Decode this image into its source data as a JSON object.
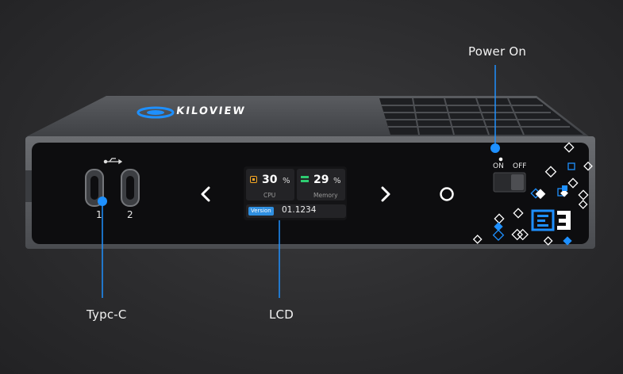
{
  "labels": {
    "power": "Power On",
    "usb": "Typc-C",
    "lcd": "LCD"
  },
  "brand": "KILOVIEW",
  "model_badge": "E3",
  "ports": {
    "port1": "1",
    "port2": "2"
  },
  "switch": {
    "on": "ON",
    "off": "OFF"
  },
  "lcd": {
    "cpu_value": "30",
    "cpu_unit": "%",
    "cpu_label": "CPU",
    "mem_value": "29",
    "mem_unit": "%",
    "mem_label": "Memory",
    "version_tag": "Version",
    "version_value": "01.1234"
  },
  "colors": {
    "accent": "#1e90ff",
    "cpu_icon": "#f5a623",
    "mem_icon": "#2ecc71"
  }
}
